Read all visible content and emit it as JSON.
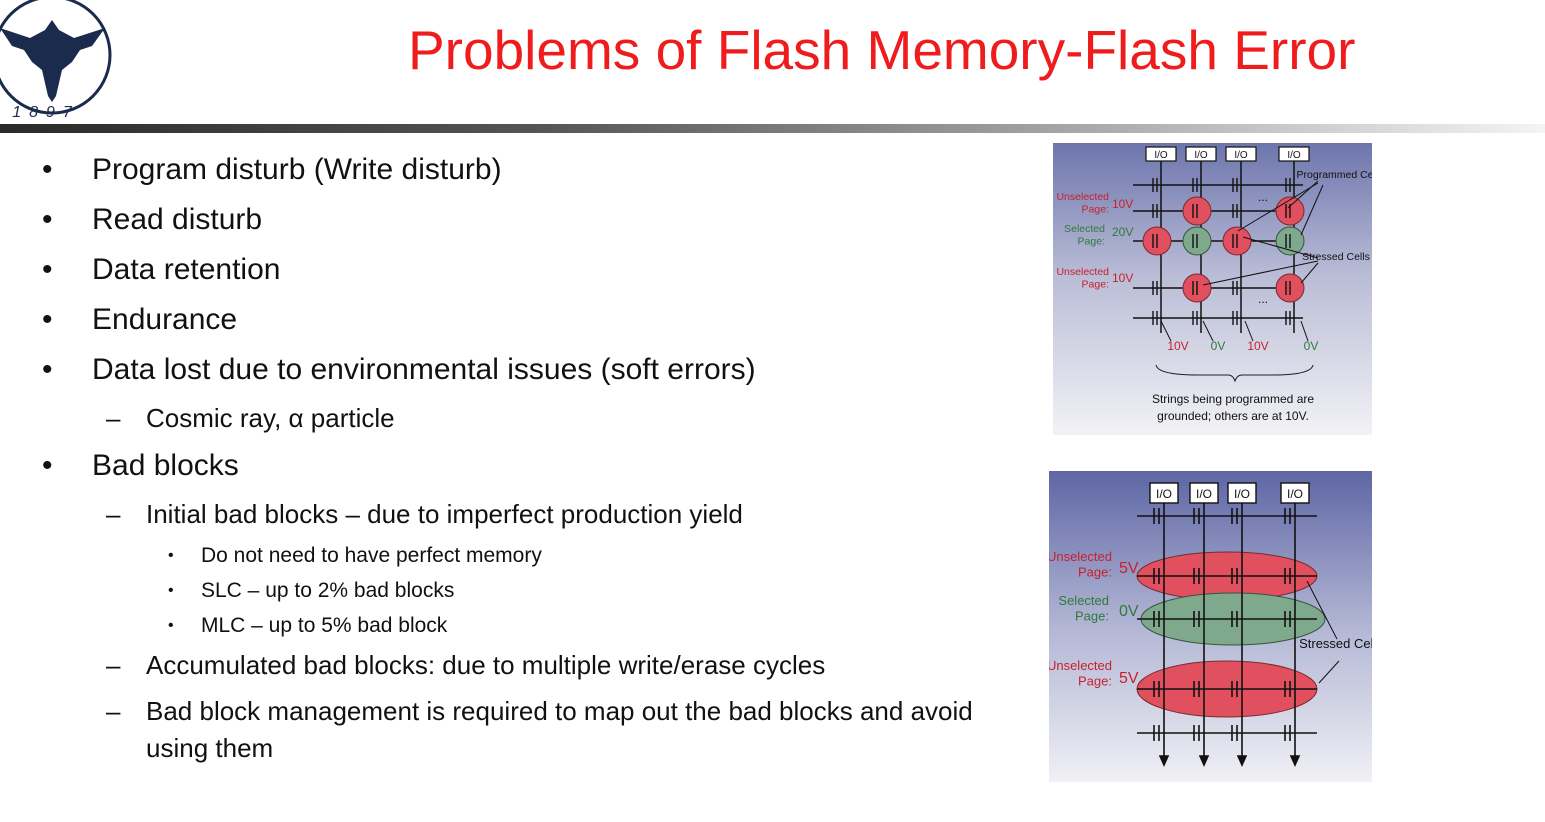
{
  "header": {
    "title": "Problems of Flash Memory-Flash Error",
    "logo_year": "1897"
  },
  "bullets": [
    {
      "level": 1,
      "text": "Program disturb (Write disturb)"
    },
    {
      "level": 1,
      "text": "Read disturb"
    },
    {
      "level": 1,
      "text": "Data retention"
    },
    {
      "level": 1,
      "text": "Endurance"
    },
    {
      "level": 1,
      "text": "Data lost due to environmental issues (soft errors)"
    },
    {
      "level": 2,
      "text": "Cosmic ray, α particle"
    },
    {
      "level": 1,
      "text": "Bad blocks"
    },
    {
      "level": 2,
      "text": "Initial bad blocks – due to imperfect production yield"
    },
    {
      "level": 3,
      "text": "Do not need to have perfect memory"
    },
    {
      "level": 3,
      "text": "SLC – up to 2% bad blocks"
    },
    {
      "level": 3,
      "text": "MLC – up to 5% bad block"
    },
    {
      "level": 2,
      "text": "Accumulated bad blocks: due to multiple write/erase cycles"
    },
    {
      "level": 2,
      "text": "Bad block management is required to map out the bad blocks and avoid using them"
    }
  ],
  "bullet_glyphs": {
    "level1": "•",
    "level2": "–",
    "level3": "•"
  },
  "figure1": {
    "io": "I/O",
    "ellipsis": "...",
    "unselected_page": "Unselected Page:",
    "selected_page": "Selected Page:",
    "v_unsel": "10V",
    "v_sel": "20V",
    "programmed_cells": "Programmed Cells",
    "stressed_cells": "Stressed Cells",
    "bottom_voltages": [
      "10V",
      "0V",
      "10V",
      "0V"
    ],
    "caption_line1": "Strings being programmed are",
    "caption_line2": "grounded; others are at 10V."
  },
  "figure2": {
    "io": "I/O",
    "unselected_page": "Unselected Page:",
    "selected_page": "Selected Page:",
    "v_unsel": "5V",
    "v_sel": "0V",
    "stressed_cells": "Stressed Cells"
  },
  "colors": {
    "title": "#ee1c1c",
    "red_cell": "#e0505e",
    "green_cell": "#7fa98c",
    "fig_bg_top": "#6d75ad",
    "fig_bg_bottom": "#f2f2f6",
    "logo_navy": "#1b2b4e"
  }
}
